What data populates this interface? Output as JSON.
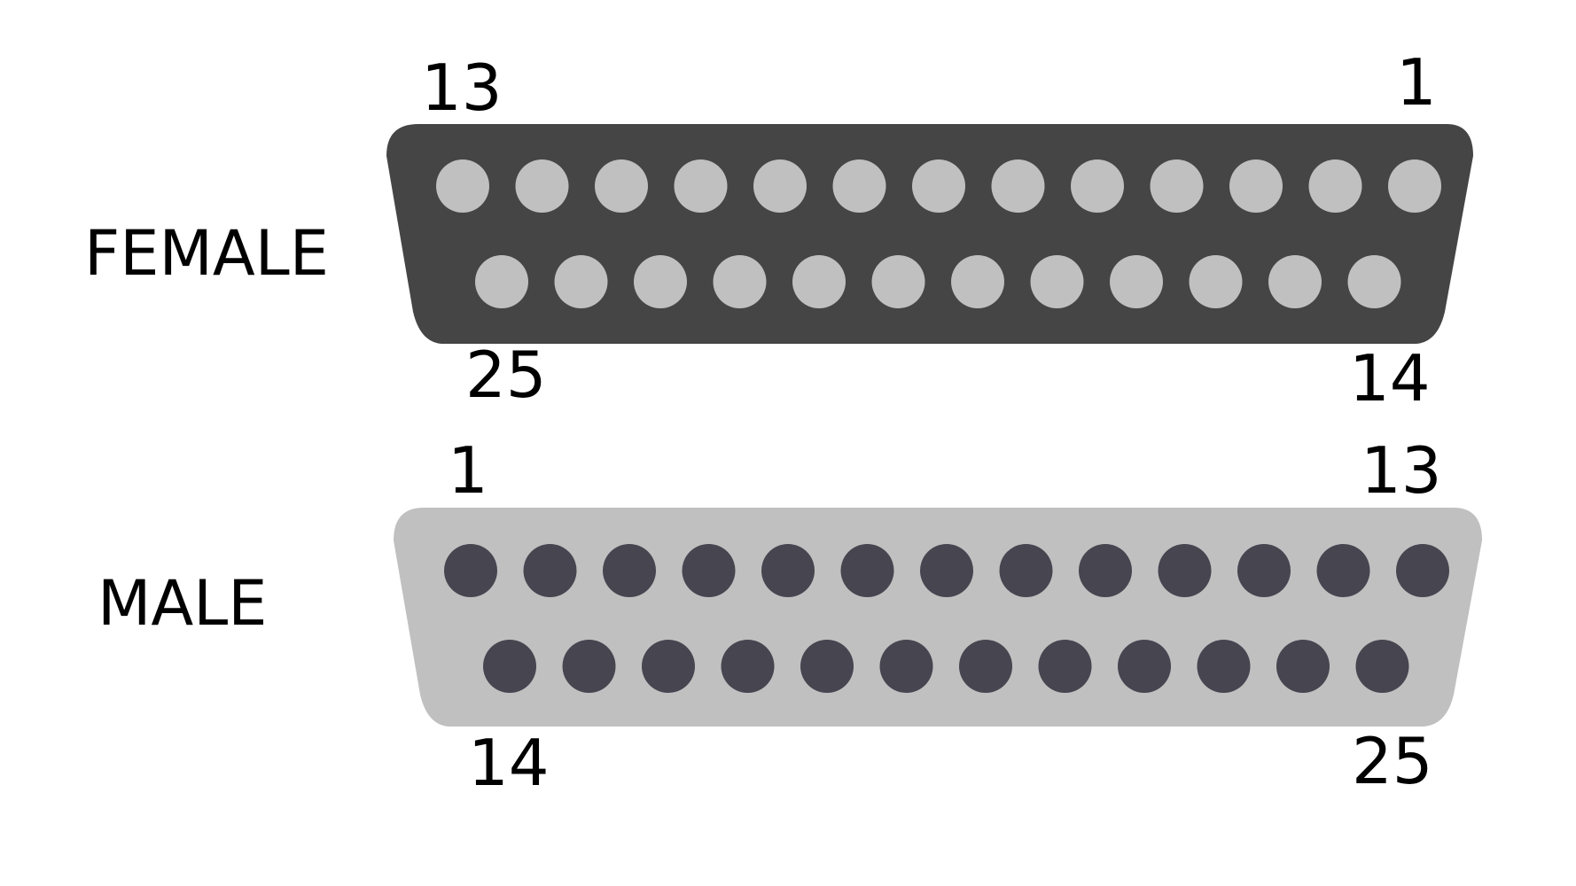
{
  "colors": {
    "background": "#ffffff",
    "dark_shell": "#454545",
    "light_pin": "#c0c0c0",
    "light_shell": "#c0c0c0",
    "dark_pin": "#464550",
    "text": "#000000"
  },
  "female": {
    "label": "FEMALE",
    "pins_top_row": 13,
    "pins_bottom_row": 12,
    "corner_top_left": "13",
    "corner_top_right": "1",
    "corner_bottom_left": "25",
    "corner_bottom_right": "14"
  },
  "male": {
    "label": "MALE",
    "pins_top_row": 13,
    "pins_bottom_row": 12,
    "corner_top_left": "1",
    "corner_top_right": "13",
    "corner_bottom_left": "14",
    "corner_bottom_right": "25"
  }
}
